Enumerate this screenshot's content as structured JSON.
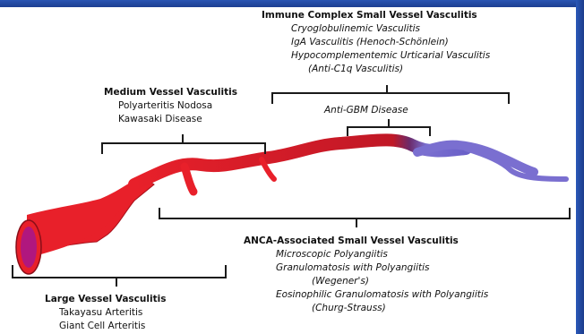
{
  "groups": {
    "immune_complex": {
      "title": "Immune Complex  Small Vessel Vasculitis",
      "items": [
        "Cryoglobulinemic Vasculitis",
        "IgA Vasculitis (Henoch-Schönlein)",
        "Hypocomplementemic Urticarial Vasculitis",
        "(Anti-C1q Vasculitis)"
      ]
    },
    "medium_vessel": {
      "title": "Medium Vessel Vasculitis",
      "items": [
        "Polyarteritis Nodosa",
        "Kawasaki Disease"
      ]
    },
    "anti_gbm": {
      "title": "Anti-GBM Disease"
    },
    "anca": {
      "title": "ANCA-Associated Small Vessel Vasculitis",
      "items": [
        "Microscopic Polyangiitis",
        "Granulomatosis with Polyangiitis",
        "(Wegener's)",
        "Eosinophilic Granulomatosis with Polyangiitis",
        "(Churg-Strauss)"
      ]
    },
    "large_vessel": {
      "title": "Large Vessel Vasculitis",
      "items": [
        "Takayasu Arteritis",
        "Giant Cell Arteritis"
      ]
    }
  },
  "colors": {
    "artery": "#e8202a",
    "artery_dark": "#b5121b",
    "vein": "#7a6fd0",
    "lumen": "#b0177e",
    "bracket": "#1a1a1a",
    "background": "#1e3f8f"
  }
}
